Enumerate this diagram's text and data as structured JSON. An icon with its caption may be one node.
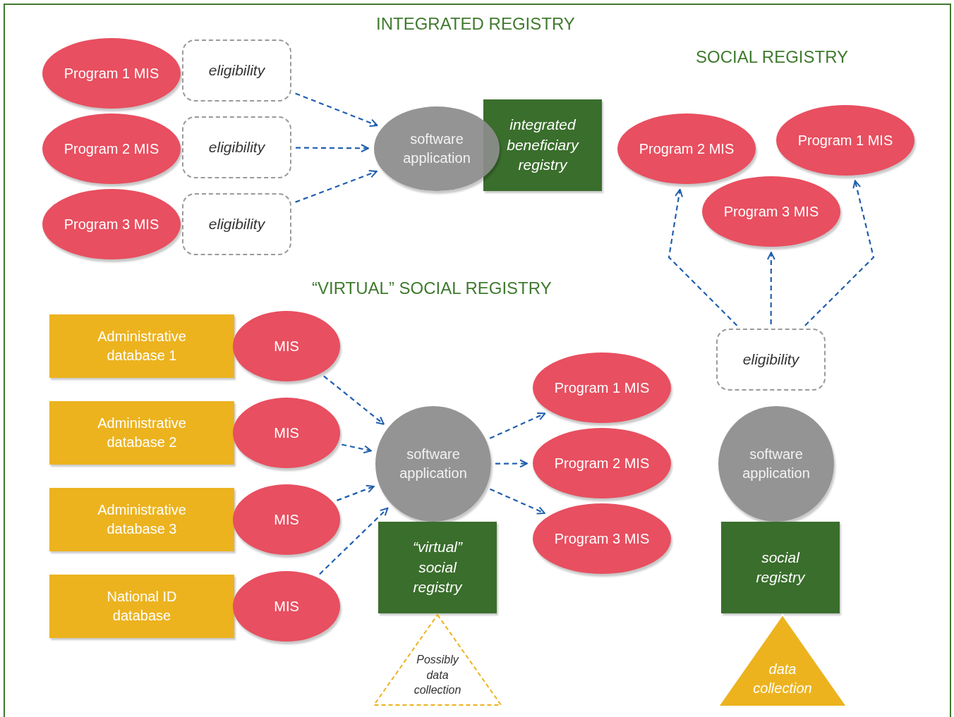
{
  "diagram": {
    "nodes": [
      {
        "text": [
          "Program 1 MIS"
        ]
      },
      {
        "text": [
          "eligibility"
        ]
      },
      {
        "text": [
          "Program 2 MIS"
        ]
      },
      {
        "text": [
          "eligibility"
        ]
      },
      {
        "text": [
          "Program 3 MIS"
        ]
      },
      {
        "text": [
          "eligibility"
        ]
      },
      {
        "text": [
          "software application"
        ]
      },
      {
        "text": [
          "integrated beneficiary registry"
        ]
      },
      {
        "text": [
          "Program 2 MIS"
        ]
      },
      {
        "text": [
          "Program 1 MIS"
        ]
      },
      {
        "text": [
          "Program 3 MIS"
        ]
      },
      {
        "text": [
          "eligibility"
        ]
      },
      {
        "text": [
          "software application"
        ]
      },
      {
        "text": [
          "social registry"
        ]
      },
      {
        "text": [
          "data collection"
        ]
      },
      {
        "text": [
          "Administrative database 1"
        ]
      },
      {
        "text": [
          "MIS"
        ]
      },
      {
        "text": [
          "Administrative database 2"
        ]
      },
      {
        "text": [
          "MIS"
        ]
      },
      {
        "text": [
          "Administrative database 3"
        ]
      },
      {
        "text": [
          "MIS"
        ]
      },
      {
        "text": [
          "National ID database"
        ]
      },
      {
        "text": [
          "MIS"
        ]
      },
      {
        "text": [
          "software application"
        ]
      },
      {
        "text": [
          "“virtual” social registry"
        ]
      },
      {
        "text": [
          "Possibly data collection"
        ]
      },
      {
        "text": [
          "Program 1 MIS"
        ]
      },
      {
        "text": [
          "Program 2 MIS"
        ]
      },
      {
        "text": [
          "Program 3 MIS"
        ]
      }
    ],
    "edges": [
      {
        "from": 1,
        "to": 6,
        "arrow": "to",
        "style": "dashed"
      },
      {
        "from": 3,
        "to": 6,
        "arrow": "to",
        "style": "dashed"
      },
      {
        "from": 5,
        "to": 6,
        "arrow": "to",
        "style": "dashed"
      },
      {
        "from": 11,
        "to": 8,
        "arrow": "to",
        "style": "dashed"
      },
      {
        "from": 11,
        "to": 10,
        "arrow": "to",
        "style": "dashed"
      },
      {
        "from": 11,
        "to": 9,
        "arrow": "to",
        "style": "dashed"
      },
      {
        "from": 16,
        "to": 23,
        "arrow": "to",
        "style": "dashed"
      },
      {
        "from": 18,
        "to": 23,
        "arrow": "to",
        "style": "dashed"
      },
      {
        "from": 20,
        "to": 23,
        "arrow": "to",
        "style": "dashed"
      },
      {
        "from": 22,
        "to": 23,
        "arrow": "to",
        "style": "dashed"
      },
      {
        "from": 23,
        "to": 26,
        "arrow": "to",
        "style": "dashed"
      },
      {
        "from": 23,
        "to": 27,
        "arrow": "to",
        "style": "dashed"
      },
      {
        "from": 23,
        "to": 28,
        "arrow": "to",
        "style": "dashed"
      }
    ],
    "labels": [
      "INTEGRATED REGISTRY",
      "SOCIAL REGISTRY",
      "“VIRTUAL” SOCIAL REGISTRY"
    ]
  }
}
